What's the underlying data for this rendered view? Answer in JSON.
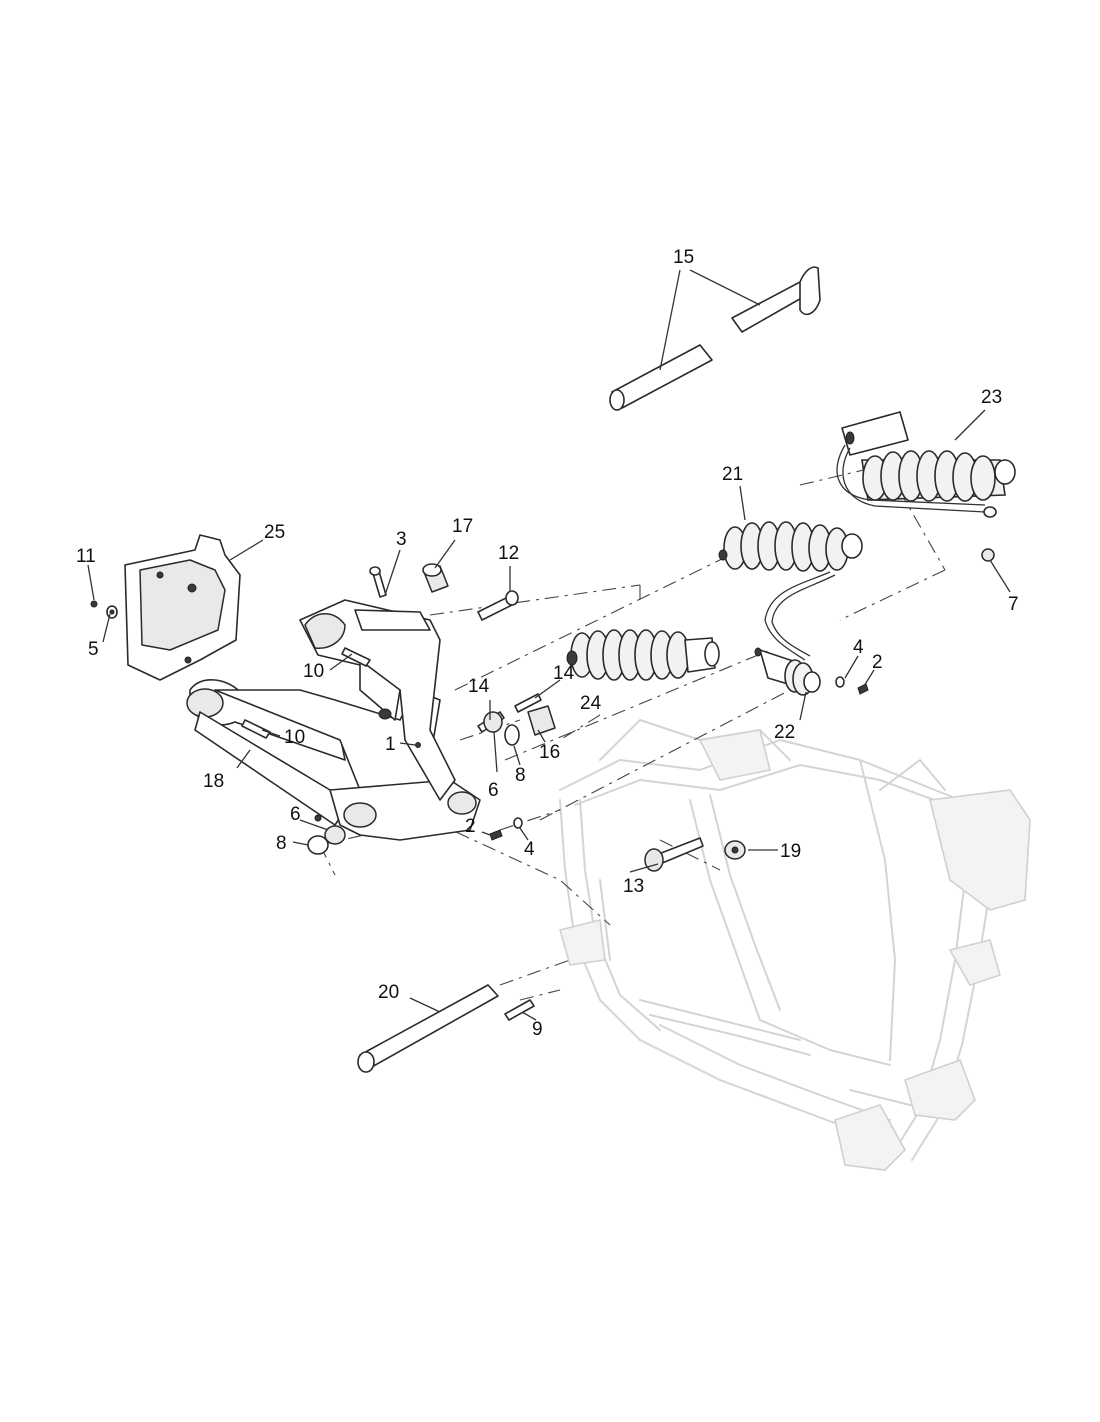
{
  "diagram": {
    "callouts": [
      {
        "id": "15",
        "text": "15"
      },
      {
        "id": "23",
        "text": "23"
      },
      {
        "id": "21",
        "text": "21"
      },
      {
        "id": "25",
        "text": "25"
      },
      {
        "id": "11",
        "text": "11"
      },
      {
        "id": "5",
        "text": "5"
      },
      {
        "id": "3",
        "text": "3"
      },
      {
        "id": "17",
        "text": "17"
      },
      {
        "id": "12",
        "text": "12"
      },
      {
        "id": "7",
        "text": "7"
      },
      {
        "id": "10a",
        "text": "10"
      },
      {
        "id": "10b",
        "text": "10"
      },
      {
        "id": "14a",
        "text": "14"
      },
      {
        "id": "14b",
        "text": "14"
      },
      {
        "id": "24",
        "text": "24"
      },
      {
        "id": "4a",
        "text": "4"
      },
      {
        "id": "2a",
        "text": "2"
      },
      {
        "id": "22",
        "text": "22"
      },
      {
        "id": "1",
        "text": "1"
      },
      {
        "id": "16",
        "text": "16"
      },
      {
        "id": "8a",
        "text": "8"
      },
      {
        "id": "6a",
        "text": "6"
      },
      {
        "id": "18",
        "text": "18"
      },
      {
        "id": "6b",
        "text": "6"
      },
      {
        "id": "8b",
        "text": "8"
      },
      {
        "id": "2b",
        "text": "2"
      },
      {
        "id": "4b",
        "text": "4"
      },
      {
        "id": "19",
        "text": "19"
      },
      {
        "id": "13",
        "text": "13"
      },
      {
        "id": "20",
        "text": "20"
      },
      {
        "id": "9",
        "text": "9"
      }
    ]
  }
}
